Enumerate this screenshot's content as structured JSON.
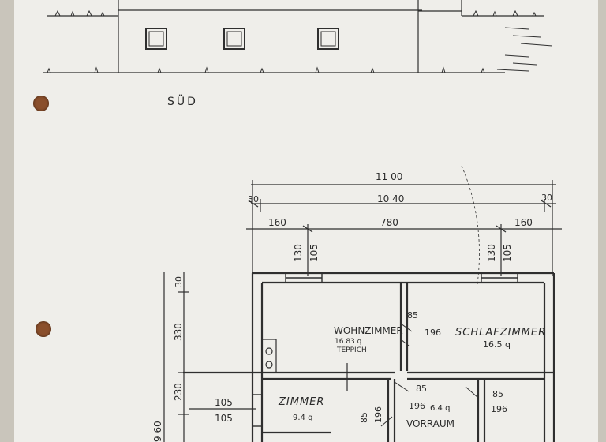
{
  "elevation": {
    "label": "SÜD"
  },
  "dimensions": {
    "overall_width": "11 00",
    "inner_width": "10 40",
    "wall_left": "30",
    "wall_right": "30",
    "seg_left": "160",
    "seg_mid": "780",
    "seg_right": "160",
    "window_left_a": "130",
    "window_left_b": "105",
    "window_right_a": "130",
    "window_right_b": "105",
    "side_top": "30",
    "side_mid": "330",
    "side_low": "230",
    "side_total": "9 60",
    "zimmer_win_a": "105",
    "zimmer_win_b": "105"
  },
  "rooms": [
    {
      "name": "WOHNZIMMER",
      "area": "16.83 q",
      "note": "TEPPICH"
    },
    {
      "name": "SCHLAFZIMMER",
      "area": "16.5 q"
    },
    {
      "name": "ZIMMER",
      "area": "9.4 q"
    },
    {
      "name": "VORRAUM",
      "area": "6.4 q"
    }
  ],
  "doors": {
    "d1_w": "85",
    "d1_h": "196",
    "d2_w": "85",
    "d2_h": "196",
    "d3_w": "85",
    "d3_h": "196",
    "d4_w": "85",
    "d4_h": "196"
  }
}
